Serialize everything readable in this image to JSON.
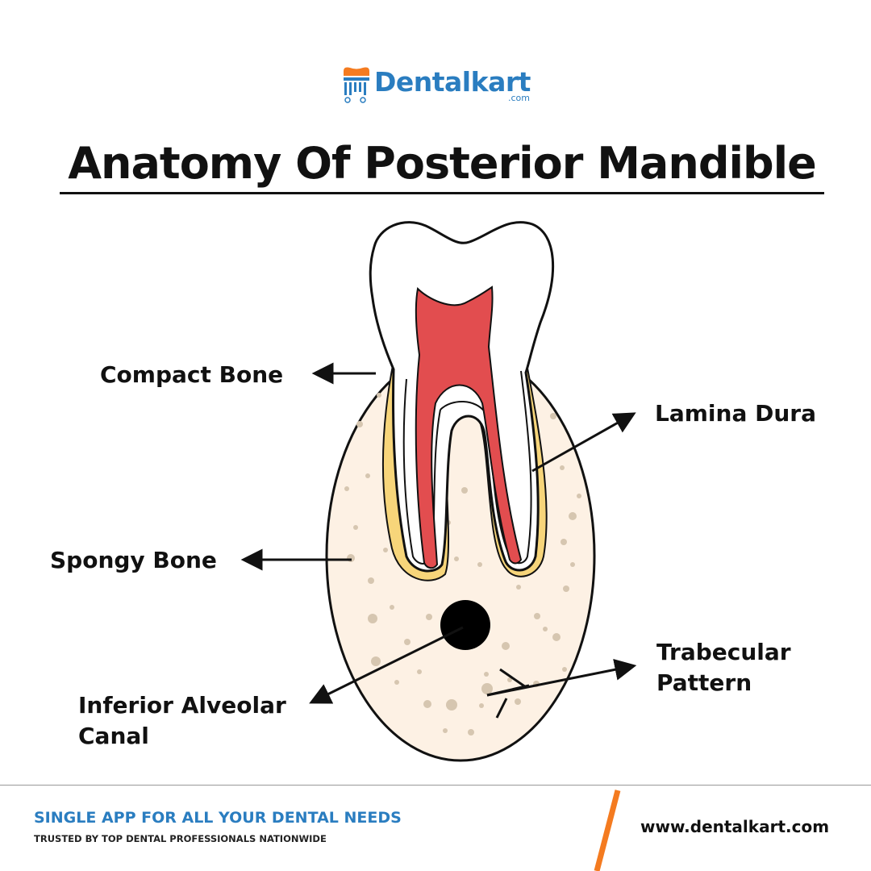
{
  "brand": {
    "name": "Dentalkart",
    "suffix": ".com"
  },
  "title": "Anatomy Of Posterior Mandible",
  "labels": {
    "compact_bone": "Compact Bone",
    "lamina_dura": "Lamina Dura",
    "spongy_bone": "Spongy Bone",
    "inferior_alveolar_line1": "Inferior Alveolar",
    "inferior_alveolar_line2": "Canal",
    "trabecular_line1": "Trabecular",
    "trabecular_line2": "Pattern"
  },
  "footer": {
    "tagline": "SINGLE APP FOR ALL YOUR DENTAL NEEDS",
    "subtagline": "TRUSTED BY TOP DENTAL PROFESSIONALS NATIONWIDE",
    "website": "www.dentalkart.com"
  },
  "colors": {
    "brand_blue": "#2a7dc0",
    "brand_orange": "#f47b20",
    "bone_fill": "#fdf1e4",
    "speckle": "#d6c6b0",
    "lamina_dura": "#f7d57a",
    "pulp": "#e24d4f"
  },
  "icons": {
    "logo": "tooth-logo-icon"
  }
}
